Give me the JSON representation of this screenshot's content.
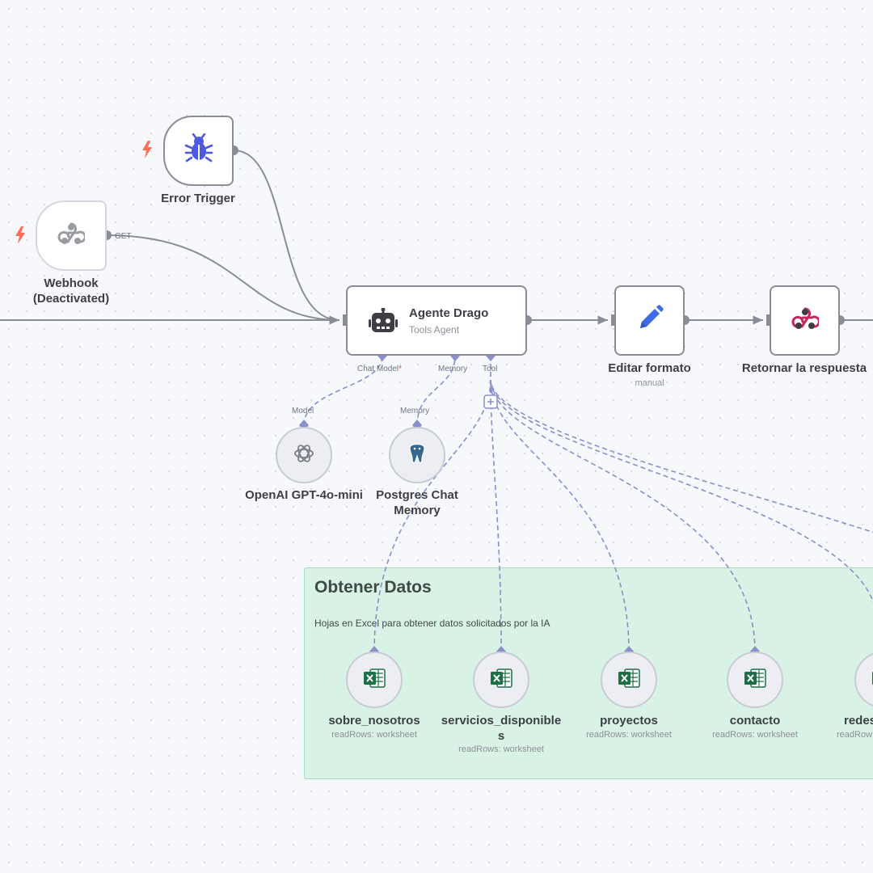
{
  "canvas": {
    "error_trigger": {
      "label": "Error Trigger"
    },
    "webhook": {
      "label": "Webhook\n(Deactivated)",
      "method_label": "GET"
    },
    "agent": {
      "title": "Agente Drago",
      "subtitle": "Tools Agent",
      "ports": {
        "chat_model": "Chat Model",
        "chat_model_required": "*",
        "memory": "Memory",
        "tool": "Tool"
      }
    },
    "editar_formato": {
      "label": "Editar formato",
      "sublabel": "manual"
    },
    "retornar": {
      "label": "Retornar la respuesta"
    },
    "openai": {
      "label": "OpenAI GPT-4o-mini",
      "port_label": "Model"
    },
    "postgres": {
      "label": "Postgres Chat\nMemory",
      "port_label": "Memory"
    },
    "sticky": {
      "title": "Obtener Datos",
      "description": "Hojas en Excel para obtener datos solicitados por la IA"
    },
    "tools": [
      {
        "label": "sobre_nosotros",
        "sublabel": "readRows: worksheet"
      },
      {
        "label": "servicios_disponible\ns",
        "sublabel": "readRows: worksheet"
      },
      {
        "label": "proyectos",
        "sublabel": "readRows: worksheet"
      },
      {
        "label": "contacto",
        "sublabel": "readRows: worksheet"
      },
      {
        "label": "redes",
        "sublabel": "readRow"
      }
    ]
  },
  "colors": {
    "canvas_bg": "#f7f8fb",
    "sticky_bg": "#d8f2e5",
    "ai_connection": "#8b8fc9",
    "main_connection": "#8a8d96",
    "bolt": "#ff6d5a",
    "bug_icon": "#4b5bde",
    "pencil_icon": "#3f6be6",
    "webhook_icon": "#c4255c",
    "excel_icon": "#1d7044"
  },
  "icons": {
    "error_trigger": "bug-icon",
    "webhook": "webhook-icon",
    "agent": "robot-icon",
    "editar_formato": "pencil-icon",
    "retornar": "webhook-icon",
    "openai": "openai-icon",
    "postgres": "postgres-elephant-icon",
    "tools": "excel-icon",
    "trigger_marker": "lightning-bolt-icon",
    "tool_add": "plus-icon"
  }
}
